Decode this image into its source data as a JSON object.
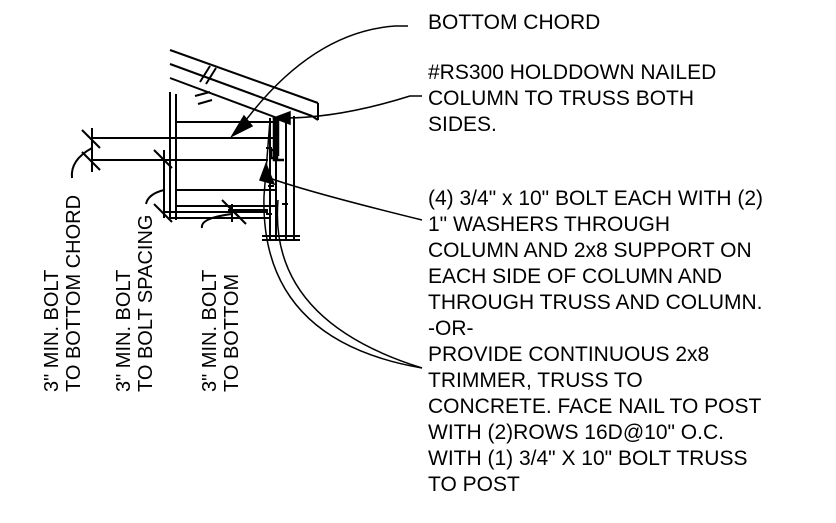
{
  "callouts": {
    "bottom_chord": [
      "BOTTOM CHORD"
    ],
    "holddown": [
      "#RS300 HOLDDOWN NAILED",
      "COLUMN TO TRUSS BOTH",
      "SIDES."
    ],
    "bolts": [
      "(4) 3/4\" x 10\" BOLT EACH WITH (2)",
      "1\" WASHERS THROUGH",
      "COLUMN AND 2x8 SUPPORT ON",
      "EACH SIDE OF COLUMN AND",
      "THROUGH TRUSS AND COLUMN.",
      "-OR-"
    ],
    "trimmer": [
      "PROVIDE CONTINUOUS 2x8",
      "TRIMMER, TRUSS TO",
      "CONCRETE. FACE NAIL TO POST",
      "WITH (2)ROWS 16D@10\" O.C.",
      "WITH (1) 3/4\" X 10\" BOLT TRUSS",
      "TO POST"
    ]
  },
  "dimensions": {
    "bottom_chord": [
      "3\" MIN. BOLT",
      "TO BOTTOM CHORD"
    ],
    "bolt_spacing": [
      "3\" MIN. BOLT",
      "TO BOLT SPACING"
    ],
    "bottom": [
      "3\" MIN. BOLT",
      "TO BOTTOM"
    ]
  }
}
